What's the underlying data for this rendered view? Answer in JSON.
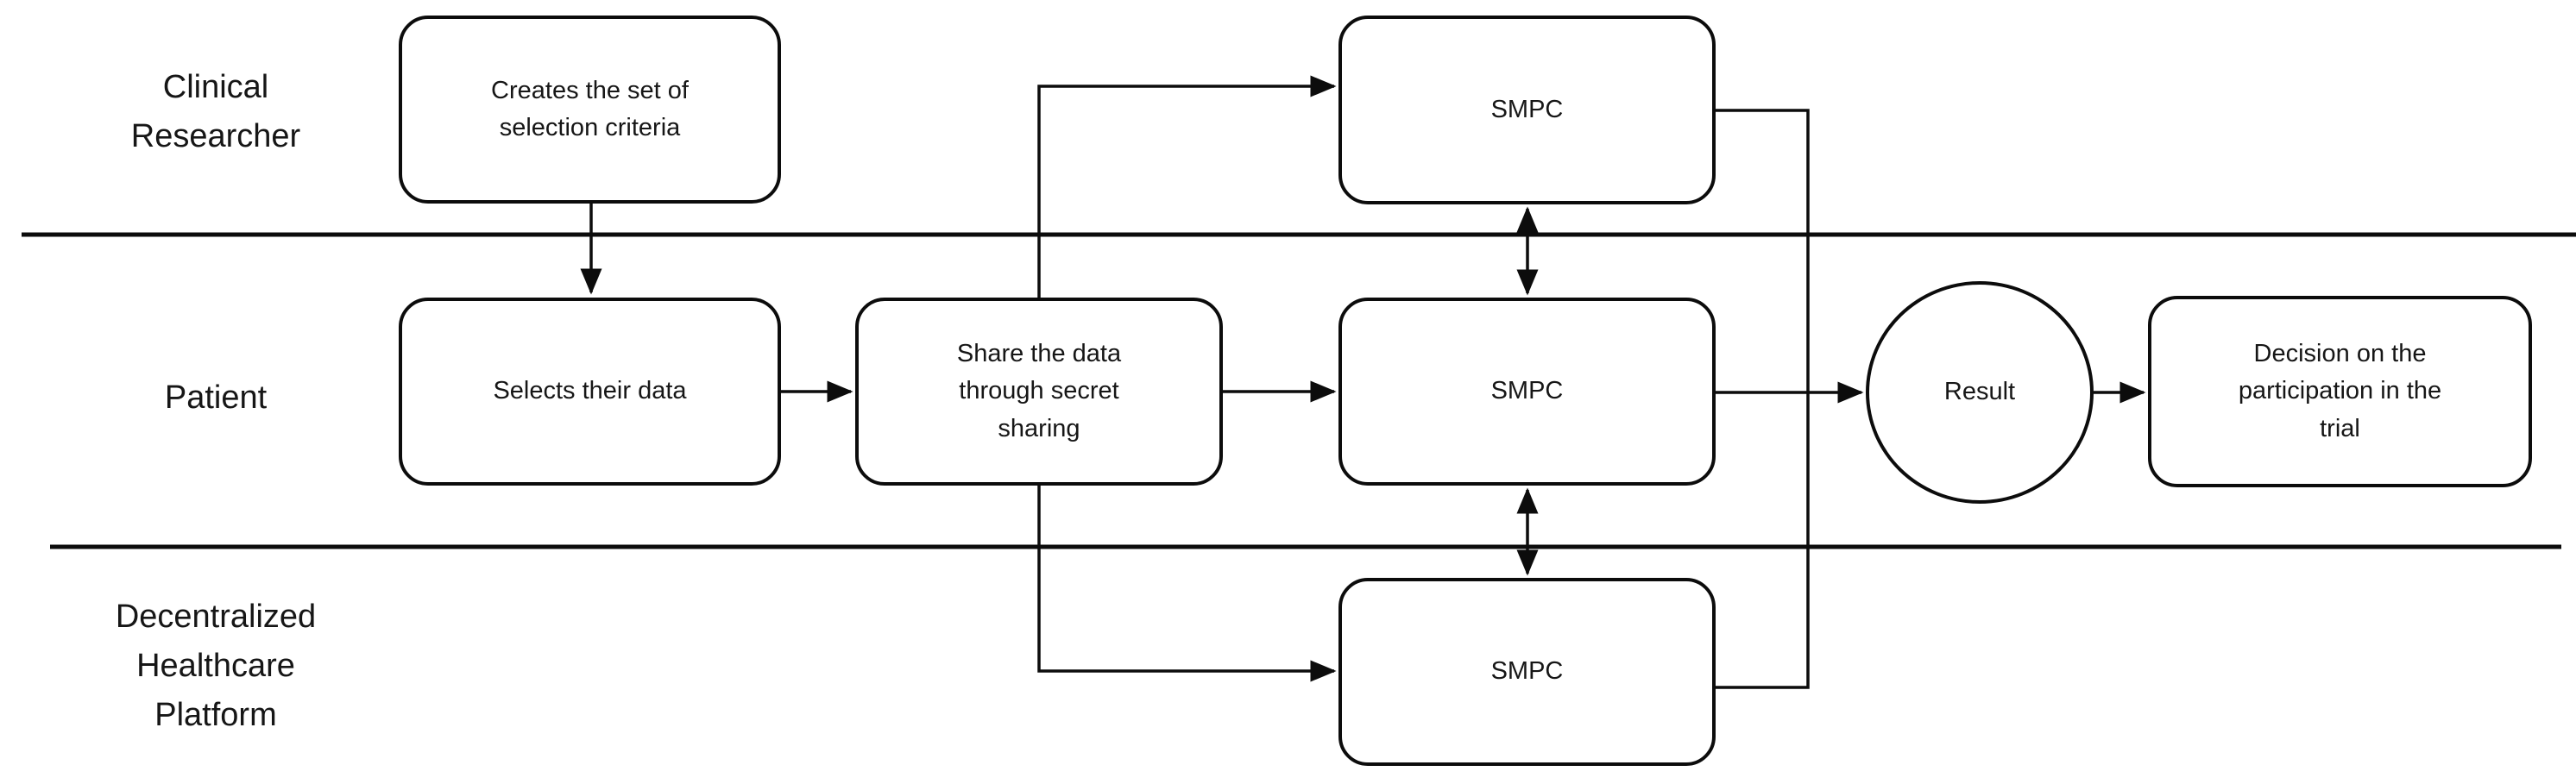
{
  "canvas": {
    "background": "#ffffff",
    "line_color": "#0c0c0c",
    "text_color": "#161616"
  },
  "lanes": [
    {
      "label": "Clinical\nResearcher"
    },
    {
      "label": "Patient"
    },
    {
      "label": "Decentralized\nHealthcare\nPlatform"
    }
  ],
  "nodes": {
    "creates_criteria": {
      "label": "Creates the set of\nselection criteria"
    },
    "selects_data": {
      "label": "Selects their data"
    },
    "share_secret": {
      "label": "Share the data\nthrough secret\nsharing"
    },
    "smpc_top": {
      "label": "SMPC"
    },
    "smpc_middle": {
      "label": "SMPC"
    },
    "smpc_bottom": {
      "label": "SMPC"
    },
    "result": {
      "label": "Result"
    },
    "decision": {
      "label": "Decision on the\nparticipation in the\ntrial"
    }
  }
}
